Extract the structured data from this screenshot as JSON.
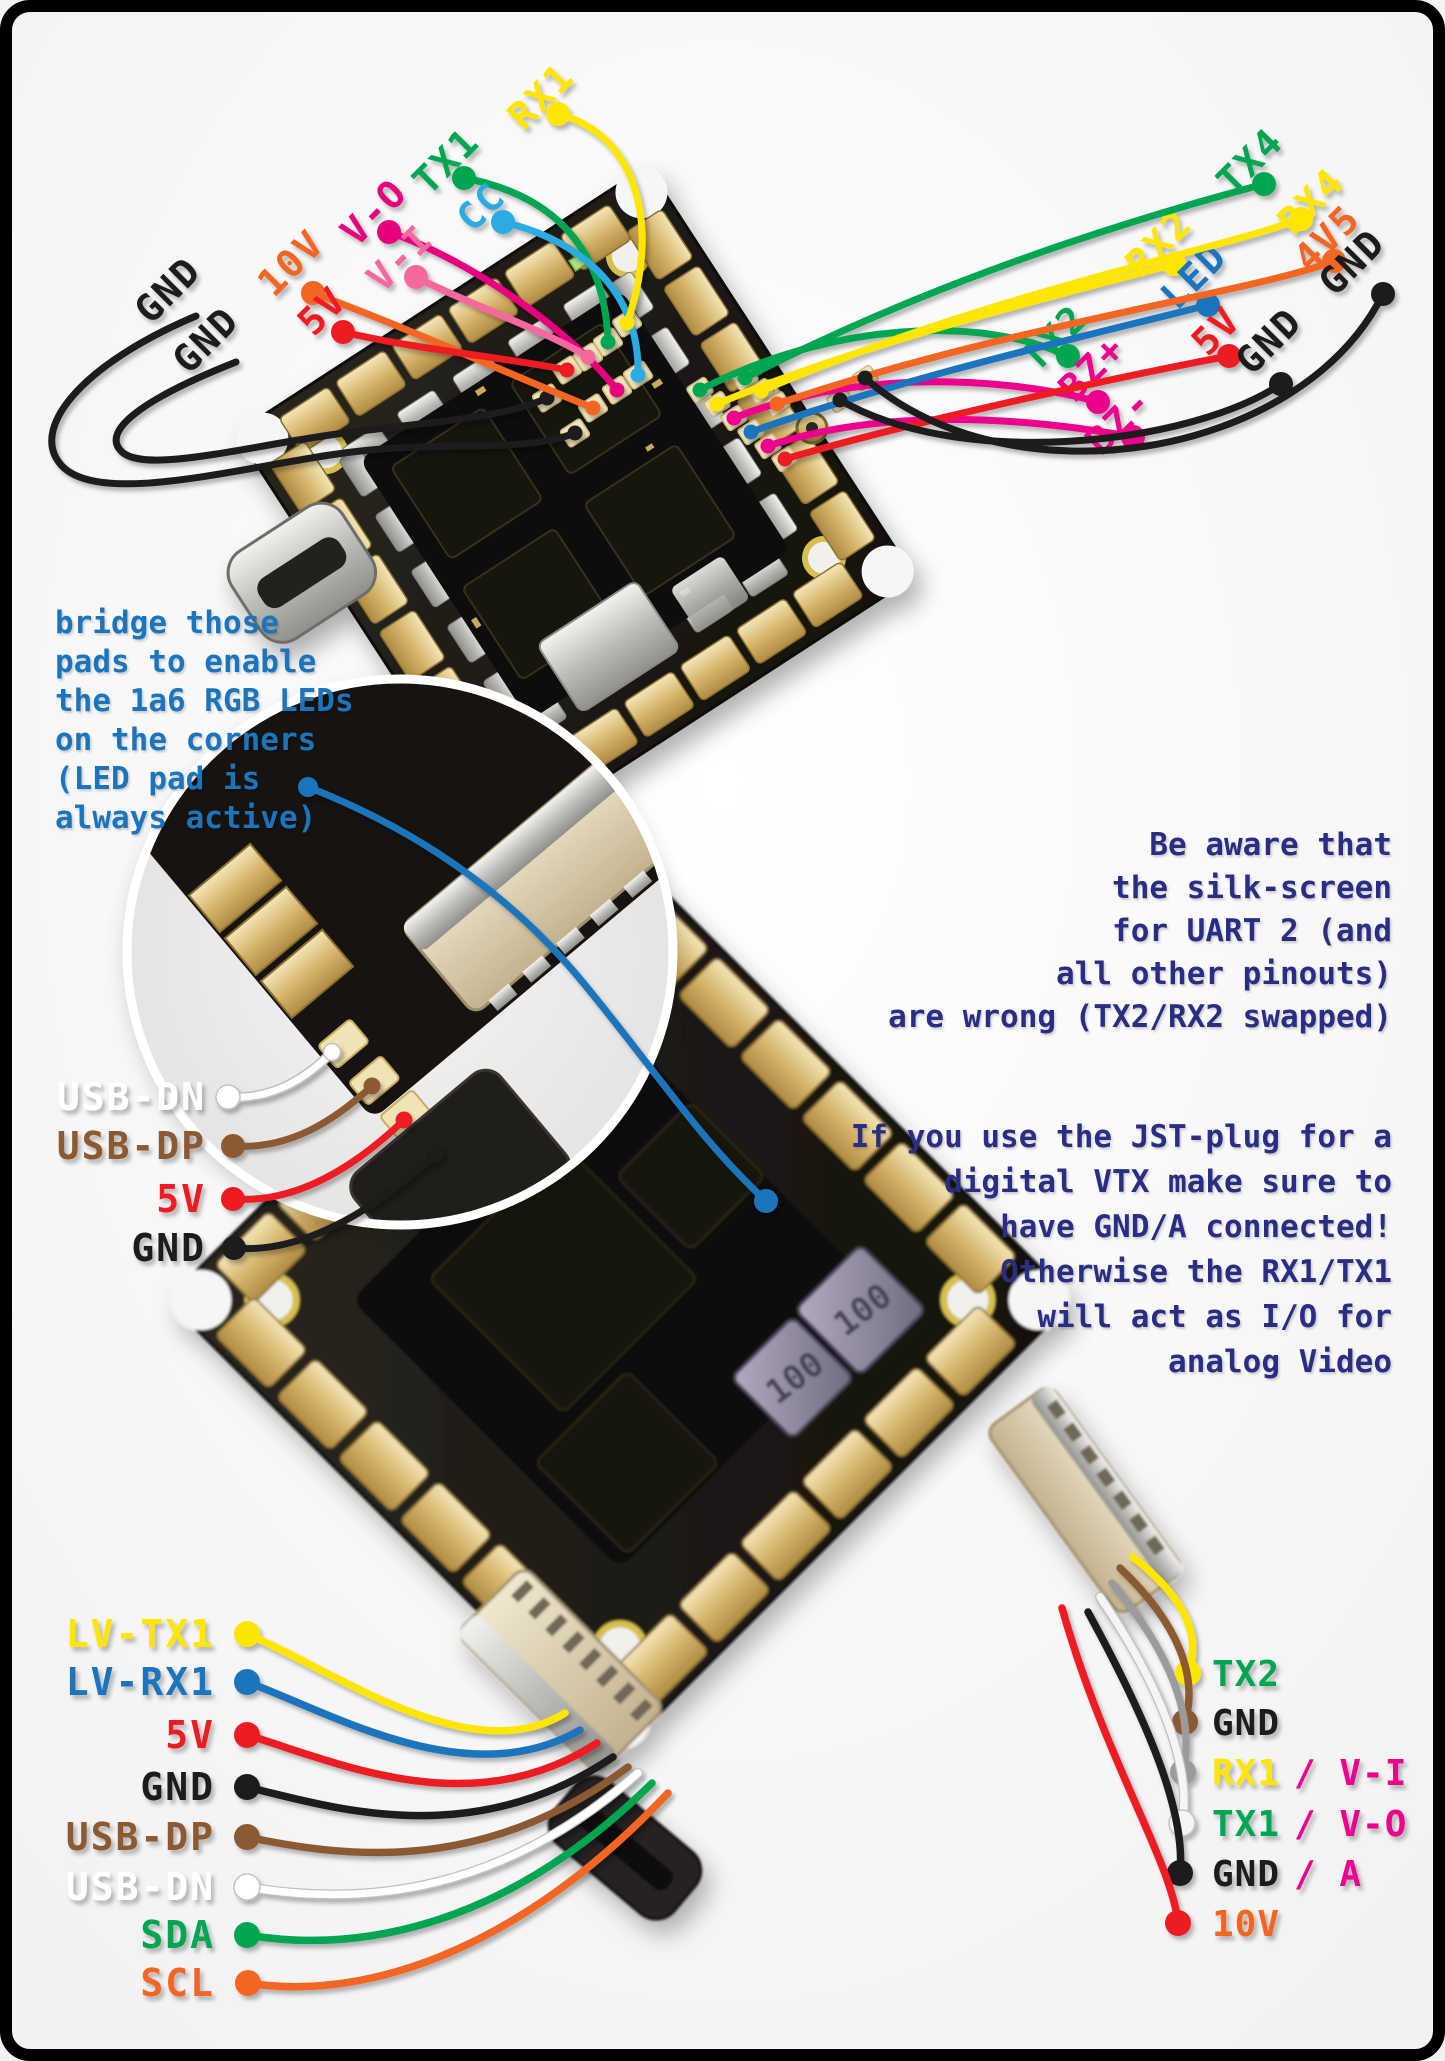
{
  "page": {
    "background": "#ffffff",
    "frame_color": "#000000"
  },
  "notes": {
    "bridge": {
      "color": "#1b75bb",
      "lines": [
        "bridge those",
        "pads to enable",
        "the 1a6 RGB LEDs",
        "on the corners",
        "(LED pad is",
        "always active)"
      ]
    },
    "uart": {
      "color": "#2b2e83",
      "lines": [
        "Be aware that",
        "the silk-screen",
        "for UART 2 (and",
        "all other pinouts)",
        "are wrong (TX2/RX2 swapped)"
      ]
    },
    "jst": {
      "color": "#2b2e83",
      "lines": [
        "If you use the JST-plug for a",
        "digital VTX make sure to",
        "have GND/A connected!",
        "Otherwise the RX1/TX1",
        "will act as I/O for",
        "analog Video"
      ]
    }
  },
  "top_board": {
    "left_pins": [
      {
        "label": "GND",
        "color": "#1a1a1a"
      },
      {
        "label": "GND",
        "color": "#1a1a1a"
      },
      {
        "label": "10V",
        "color": "#f26522"
      },
      {
        "label": "5V",
        "color": "#ed1c24"
      },
      {
        "label": "V-O",
        "color": "#e6007e"
      },
      {
        "label": "V-I",
        "color": "#f4679d"
      },
      {
        "label": "TX1",
        "color": "#00a651"
      },
      {
        "label": "CC",
        "color": "#29abe2"
      },
      {
        "label": "RX1",
        "color": "#ffe600"
      }
    ],
    "right_pins": [
      {
        "label": "TX2",
        "color": "#00a651"
      },
      {
        "label": "RX2",
        "color": "#ffe600"
      },
      {
        "label": "BZ+",
        "color": "#ec008c"
      },
      {
        "label": "LED",
        "color": "#1b75bc"
      },
      {
        "label": "BZ-",
        "color": "#ec008c"
      },
      {
        "label": "5V",
        "color": "#ed1c24"
      },
      {
        "label": "TX4",
        "color": "#00a651"
      },
      {
        "label": "RX4",
        "color": "#ffe600"
      },
      {
        "label": "4V5",
        "color": "#f26522"
      },
      {
        "label": "GND",
        "color": "#1a1a1a"
      },
      {
        "label": "GND",
        "color": "#1a1a1a"
      }
    ]
  },
  "inset": {
    "pins": [
      {
        "label": "USB-DN",
        "color": "#ffffff"
      },
      {
        "label": "USB-DP",
        "color": "#8c5a33"
      },
      {
        "label": "5V",
        "color": "#ed1c24"
      },
      {
        "label": "GND",
        "color": "#1a1a1a"
      }
    ]
  },
  "bottom_board": {
    "inductor_marking": "100",
    "left_pins": [
      {
        "label": "LV-TX1",
        "color": "#ffe600"
      },
      {
        "label": "LV-RX1",
        "color": "#1b75bc"
      },
      {
        "label": "5V",
        "color": "#ed1c24"
      },
      {
        "label": "GND",
        "color": "#1a1a1a"
      },
      {
        "label": "USB-DP",
        "color": "#8c5a33"
      },
      {
        "label": "USB-DN",
        "color": "#ffffff"
      },
      {
        "label": "SDA",
        "color": "#00a651"
      },
      {
        "label": "SCL",
        "color": "#f26522"
      }
    ],
    "right_pins": [
      {
        "label": "TX2",
        "color": "#00a651",
        "alt": "",
        "wire": "#ffe600"
      },
      {
        "label": "GND",
        "color": "#1a1a1a",
        "alt": "",
        "wire": "#8c5a33"
      },
      {
        "label": "RX1",
        "color": "#ffe600",
        "alt": "/ V-I",
        "alt_color": "#ec008c",
        "wire": "#9b9b9b"
      },
      {
        "label": "TX1",
        "color": "#00a651",
        "alt": "/ V-O",
        "alt_color": "#ec008c",
        "wire": "#f5f5f5"
      },
      {
        "label": "GND",
        "color": "#1a1a1a",
        "alt": "/ A",
        "alt_color": "#ec008c",
        "wire": "#1a1a1a"
      },
      {
        "label": "10V",
        "color": "#f26522",
        "alt": "",
        "wire": "#ed1c24"
      }
    ]
  }
}
